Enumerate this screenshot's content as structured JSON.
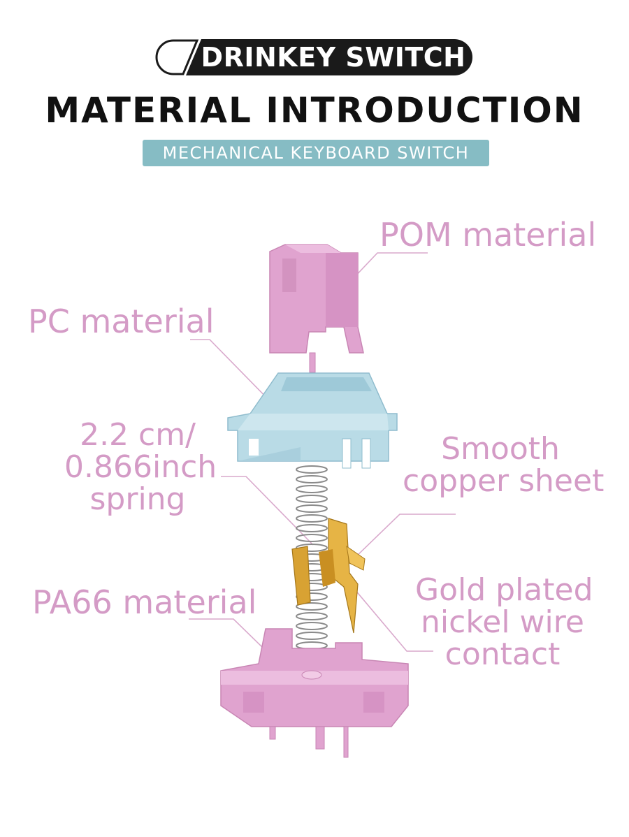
{
  "header": {
    "badge_text": "DRINKEY SWITCH",
    "title": "MATERIAL INTRODUCTION",
    "subtitle": "MECHANICAL KEYBOARD SWITCH"
  },
  "labels": {
    "pom": "POM material",
    "pc": "PC material",
    "spring_line1": "2.2 cm/",
    "spring_line2": "0.866inch",
    "spring_line3": "spring",
    "copper_line1": "Smooth",
    "copper_line2": "copper sheet",
    "gold_line1": "Gold plated",
    "gold_line2": "nickel wire",
    "gold_line3": "contact",
    "pa66": "PA66 material"
  },
  "colors": {
    "label": "#d49bc6",
    "badge": "#1a1a1a",
    "subtitle_bg": "#86bcc4",
    "stem_pink": "#e0a3cf",
    "housing_blue": "#b9dbe6",
    "copper": "#d8a233",
    "spring": "#8a8a8a"
  }
}
